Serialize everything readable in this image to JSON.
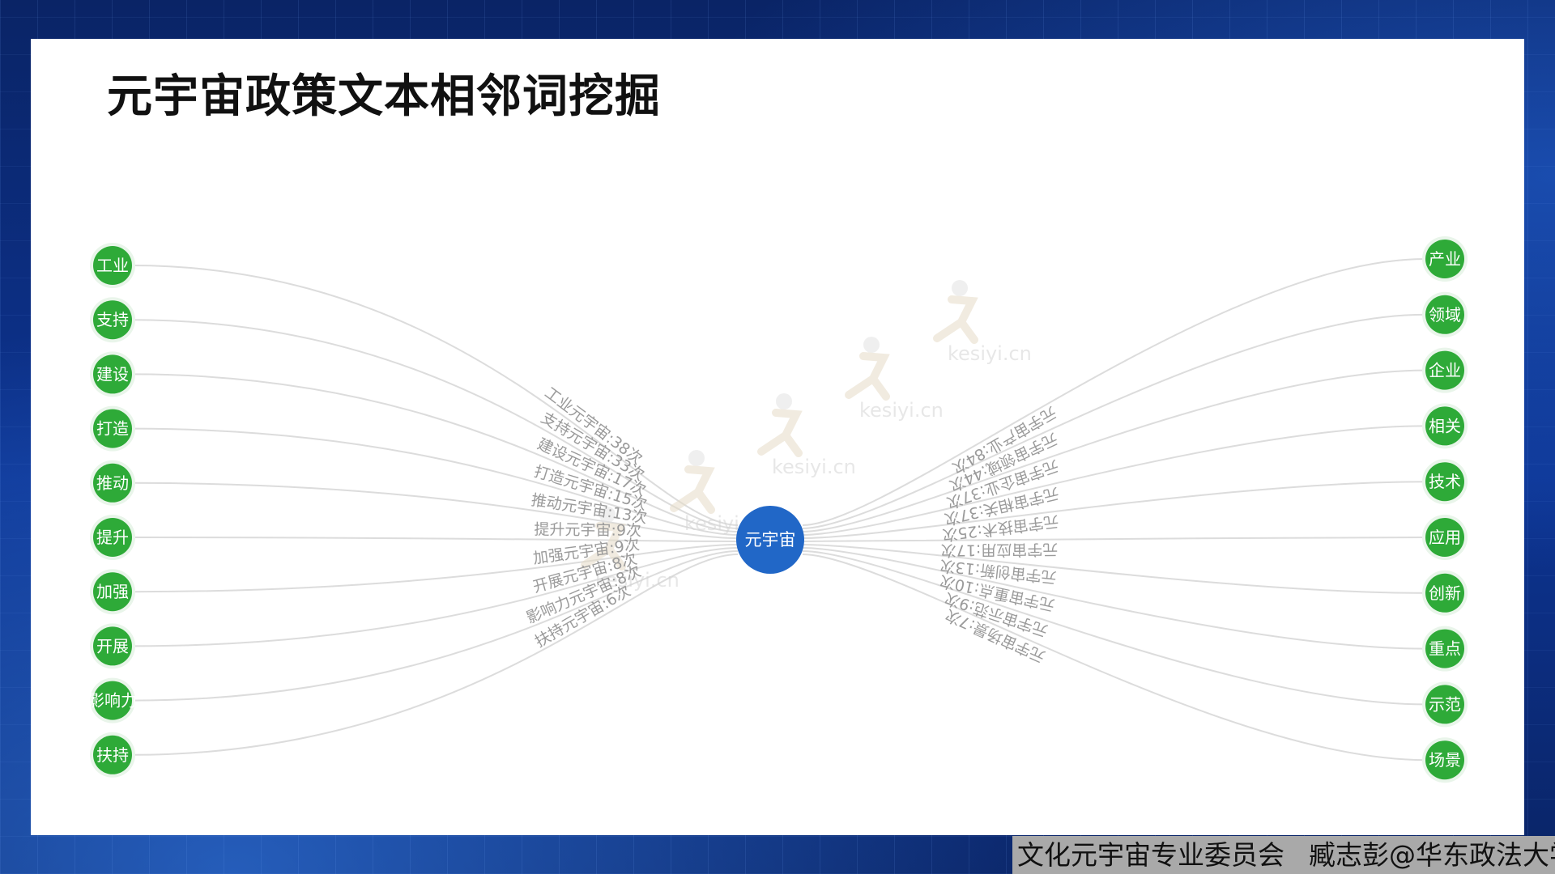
{
  "slide": {
    "title": "元宇宙政策文本相邻词挖掘",
    "footer_org": "文化元宇宙专业委员会",
    "footer_author": "臧志彭@华东政法大学"
  },
  "diagram": {
    "center": "元宇宙",
    "left": [
      {
        "label": "工业",
        "edge": "工业元宇宙:38次"
      },
      {
        "label": "支持",
        "edge": "支持元宇宙:33次"
      },
      {
        "label": "建设",
        "edge": "建设元宇宙:17次"
      },
      {
        "label": "打造",
        "edge": "打造元宇宙:15次"
      },
      {
        "label": "推动",
        "edge": "推动元宇宙:13次"
      },
      {
        "label": "提升",
        "edge": "提升元宇宙:9次"
      },
      {
        "label": "加强",
        "edge": "加强元宇宙:9次"
      },
      {
        "label": "开展",
        "edge": "开展元宇宙:8次"
      },
      {
        "label": "影响力",
        "edge": "影响力元宇宙:8次"
      },
      {
        "label": "扶持",
        "edge": "扶持元宇宙:6次"
      }
    ],
    "right": [
      {
        "label": "产业",
        "edge": "元宇宙产业:84次"
      },
      {
        "label": "领域",
        "edge": "元宇宙领域:44次"
      },
      {
        "label": "企业",
        "edge": "元宇宙企业:37次"
      },
      {
        "label": "相关",
        "edge": "元宇宙相关:37次"
      },
      {
        "label": "技术",
        "edge": "元宇宙技术:25次"
      },
      {
        "label": "应用",
        "edge": "元宇宙应用:17次"
      },
      {
        "label": "创新",
        "edge": "元宇宙创新:13次"
      },
      {
        "label": "重点",
        "edge": "元宇宙重点:10次"
      },
      {
        "label": "示范",
        "edge": "元宇宙示范:9次"
      },
      {
        "label": "场景",
        "edge": "元宇宙场景:7次"
      }
    ],
    "colors": {
      "node": "#2eaa38",
      "node_border": "#e9f5ea",
      "center": "#2167c7",
      "edge": "#dcdcdc",
      "edge_label": "#9a9a9a"
    },
    "watermark": "kesiyi.cn"
  }
}
